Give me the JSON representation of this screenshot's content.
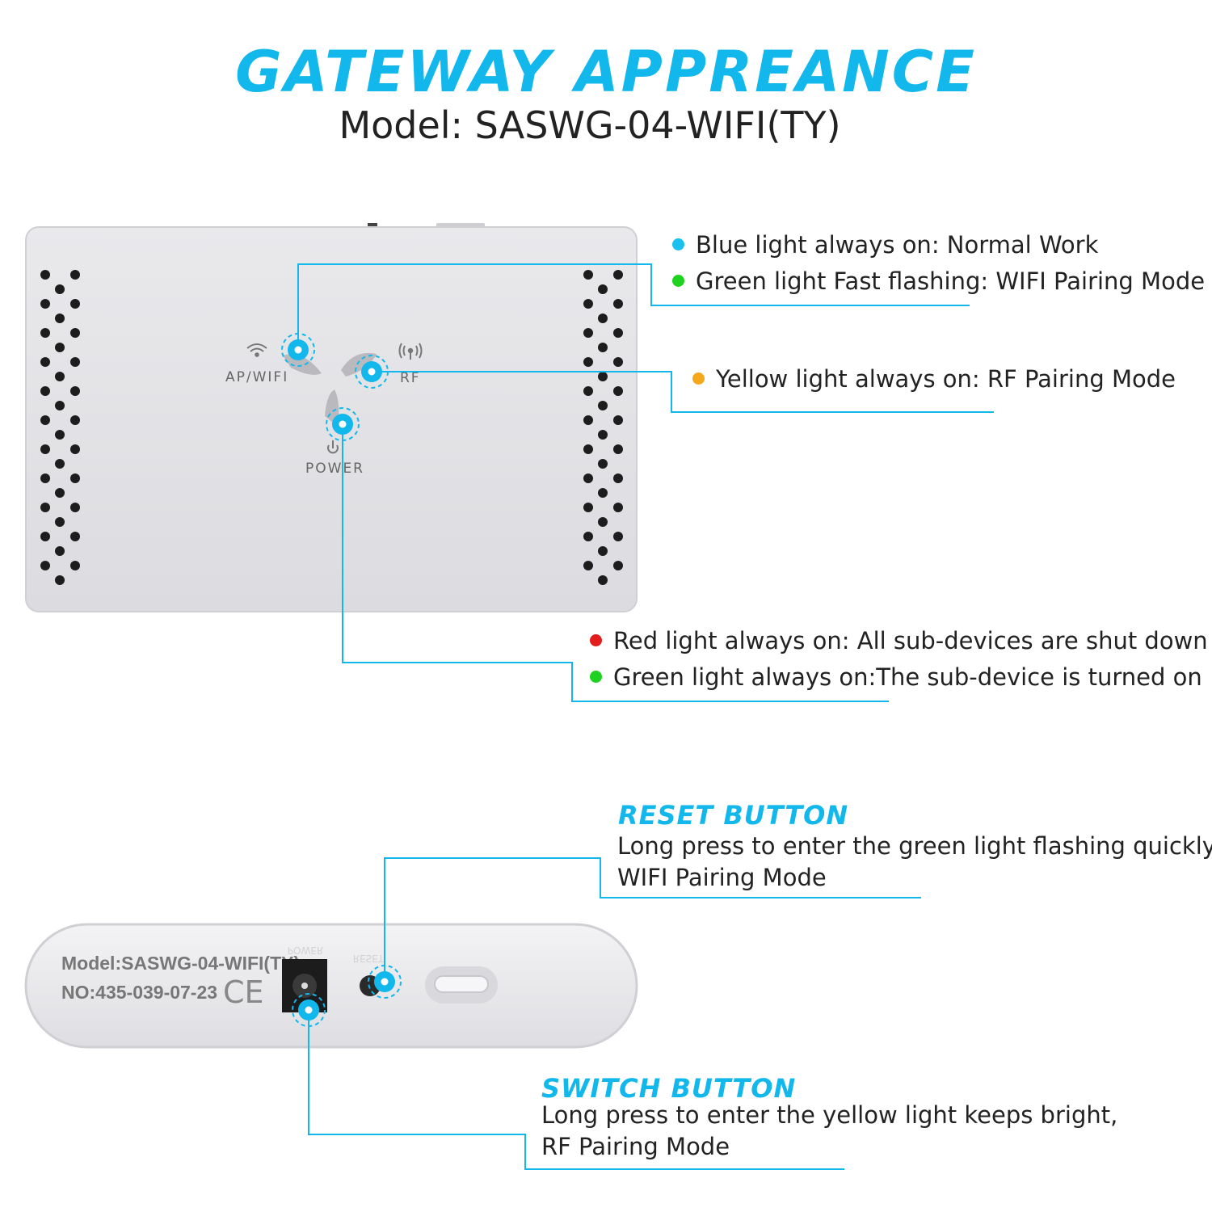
{
  "header": {
    "title": "GATEWAY APPREANCE",
    "model": "Model: SASWG-04-WIFI(TY)"
  },
  "colors": {
    "accent": "#12b8ec",
    "blue": "#18c1ee",
    "green": "#1fd21f",
    "yellow": "#f5a81c",
    "red": "#e21d1d"
  },
  "front_panel": {
    "indicators": {
      "wifi": {
        "icon": "wifi-icon",
        "label": "AP/WIFI"
      },
      "rf": {
        "icon": "antenna-icon",
        "label": "RF"
      },
      "power": {
        "icon": "power-icon",
        "label": "POWER"
      }
    }
  },
  "wifi_callout": {
    "items": [
      {
        "color": "#18c1ee",
        "text": "Blue light always on: Normal Work"
      },
      {
        "color": "#1fd21f",
        "text": "Green light Fast flashing: WIFI Pairing Mode"
      }
    ]
  },
  "rf_callout": {
    "items": [
      {
        "color": "#f5a81c",
        "text": "Yellow light always on: RF Pairing Mode"
      }
    ]
  },
  "power_callout": {
    "items": [
      {
        "color": "#e21d1d",
        "text": "Red light always on: All sub-devices are shut down"
      },
      {
        "color": "#1fd21f",
        "text": "Green light always on:The sub-device is turned on"
      }
    ]
  },
  "side_panel": {
    "model_text": "Model:SASWG-04-WIFI(TY)",
    "serial_text": "NO:435-039-07-23",
    "ce_mark": "CE",
    "port_label": "POWER",
    "reset_label": "RESET"
  },
  "reset_callout": {
    "title": "RESET BUTTON",
    "line1": "Long press to enter the green light flashing quickly,",
    "line2": "WIFI Pairing Mode"
  },
  "switch_callout": {
    "title": "SWITCH BUTTON",
    "line1": "Long press to enter the yellow light keeps bright,",
    "line2": "RF Pairing Mode"
  }
}
